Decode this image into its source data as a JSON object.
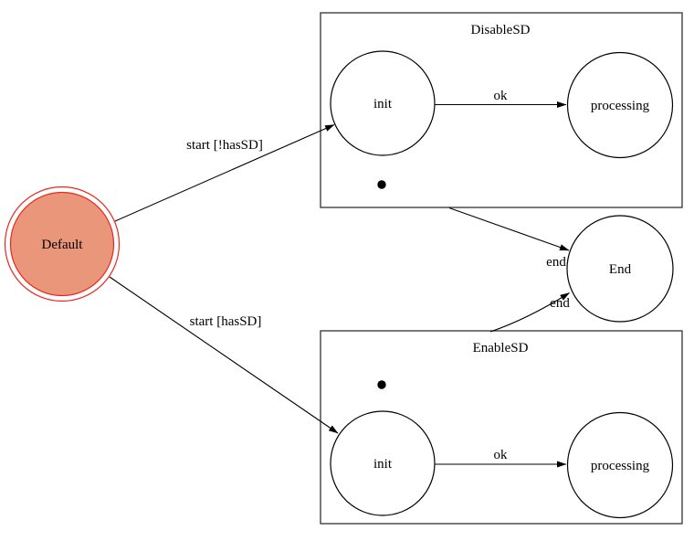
{
  "diagram": {
    "type": "state-machine",
    "colors": {
      "background": "#ffffff",
      "node_fill": "#ffffff",
      "node_stroke": "#000000",
      "default_state_fill": "#e9967a",
      "default_state_stroke": "#e8281e",
      "cluster_stroke": "#404040",
      "edge_color": "#000000",
      "dot_color": "#000000"
    },
    "clusters": {
      "disablesd": {
        "label": "DisableSD"
      },
      "enablesd": {
        "label": "EnableSD"
      }
    },
    "states": {
      "default": {
        "label": "Default"
      },
      "end": {
        "label": "End"
      },
      "disablesd_init": {
        "label": "init"
      },
      "disablesd_processing": {
        "label": "processing"
      },
      "enablesd_init": {
        "label": "init"
      },
      "enablesd_processing": {
        "label": "processing"
      }
    },
    "transitions": {
      "start_not_hassd": {
        "label": "start [!hasSD]"
      },
      "start_hassd": {
        "label": "start [hasSD]"
      },
      "disablesd_ok": {
        "label": "ok"
      },
      "enablesd_ok": {
        "label": "ok"
      },
      "disablesd_end": {
        "label": "end"
      },
      "enablesd_end": {
        "label": "end"
      }
    }
  }
}
